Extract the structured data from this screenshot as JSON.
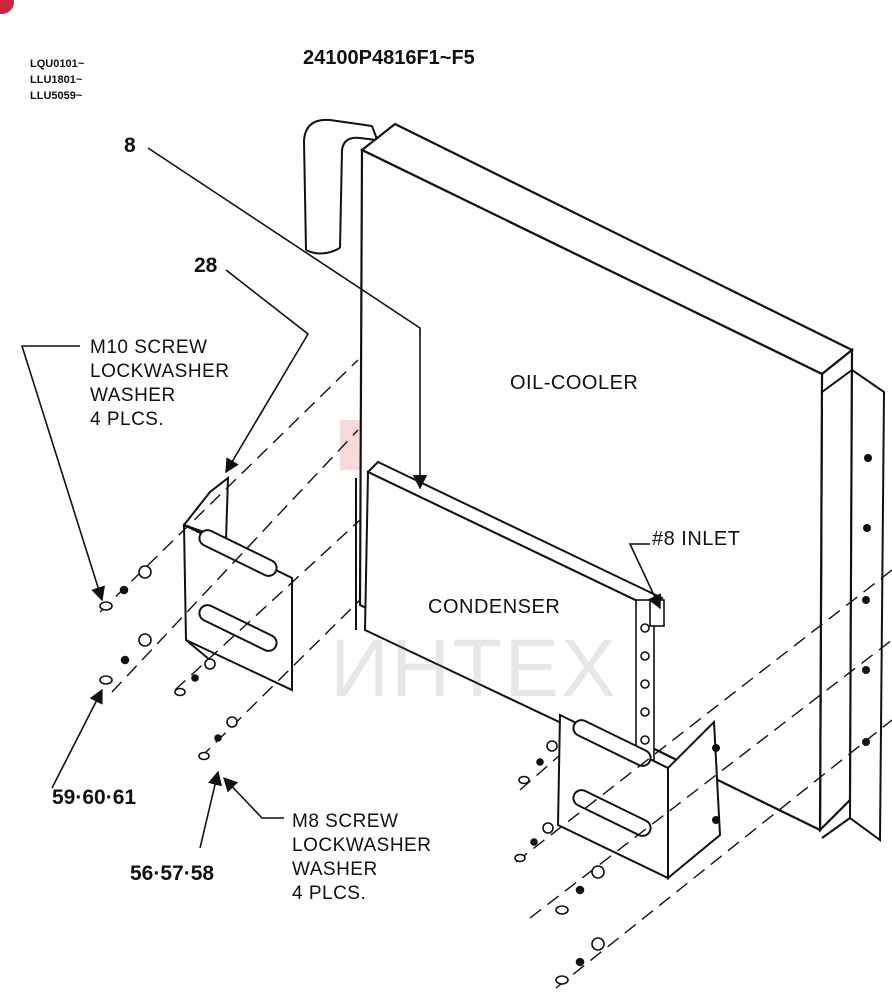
{
  "header": {
    "model_codes": [
      "LQU0101~",
      "LLU1801~",
      "LLU5059~"
    ],
    "part_number": "24100P4816F1~F5"
  },
  "labels": {
    "oil_cooler": "OIL-COOLER",
    "condenser": "CONDENSER",
    "inlet": "#8  INLET"
  },
  "callouts": {
    "item_8": "8",
    "item_28": "28",
    "items_59_60_61": "59·60·61",
    "items_56_57_58": "56·57·58"
  },
  "notes": {
    "m10": [
      "M10  SCREW",
      "LOCKWASHER",
      "WASHER",
      "4  PLCS."
    ],
    "m8": [
      "M8  SCREW",
      "LOCKWASHER",
      "WASHER",
      "4  PLCS."
    ]
  },
  "watermark": "ИНТЕХ",
  "colors": {
    "ink": "#111111",
    "watermark_red": "#e8353d",
    "accent_dot": "#d0243c"
  }
}
